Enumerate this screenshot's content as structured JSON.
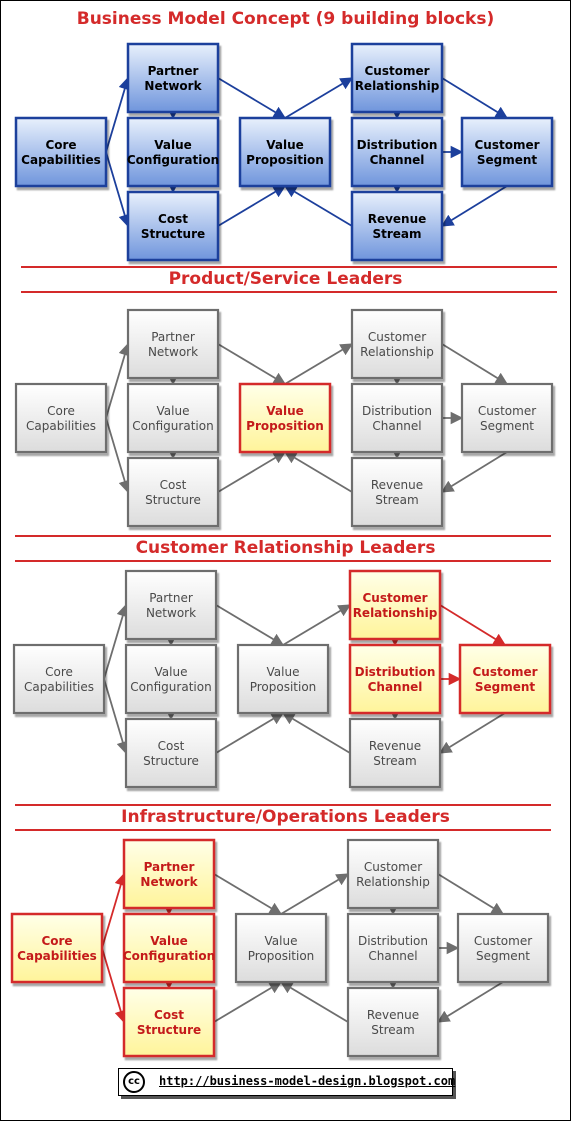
{
  "labels": {
    "core": [
      "Core",
      "Capabilities"
    ],
    "partner": [
      "Partner",
      "Network"
    ],
    "valuecfg": [
      "Value",
      "Configuration"
    ],
    "cost": [
      "Cost",
      "Structure"
    ],
    "valueprop": [
      "Value",
      "Proposition"
    ],
    "custrel": [
      "Customer",
      "Relationship"
    ],
    "dist": [
      "Distribution",
      "Channel"
    ],
    "revenue": [
      "Revenue",
      "Stream"
    ],
    "segment": [
      "Customer",
      "Segment"
    ]
  },
  "colors": {
    "title": "#d42a2a",
    "blue_fill_top": "#e8f0fc",
    "blue_fill_bottom": "#6f95dc",
    "blue_stroke": "#1c3f9c",
    "gray_fill_top": "#ffffff",
    "gray_fill_bottom": "#dcdcdc",
    "gray_stroke": "#6e6e6e",
    "gray_text": "#4a4a4a",
    "yellow_fill_top": "#ffffe8",
    "yellow_fill_bottom": "#fff49a",
    "red_stroke": "#d42a2a",
    "red_text": "#c41a1a"
  },
  "sections": [
    {
      "key": "concept",
      "title": "Business Model Concept (9 building blocks)",
      "style": "blue",
      "highlight": []
    },
    {
      "key": "product",
      "title": "Product/Service Leaders",
      "style": "gray",
      "highlight": [
        "valueprop"
      ]
    },
    {
      "key": "customer",
      "title": "Customer Relationship Leaders",
      "style": "gray",
      "highlight": [
        "custrel",
        "dist",
        "segment"
      ]
    },
    {
      "key": "infra",
      "title": "Infrastructure/Operations Leaders",
      "style": "gray",
      "highlight": [
        "core",
        "partner",
        "valuecfg",
        "cost"
      ]
    }
  ],
  "footer": {
    "cc_icon": "cc-icon",
    "cc_label": "cc",
    "url": "http://business-model-design.blogspot.com"
  }
}
